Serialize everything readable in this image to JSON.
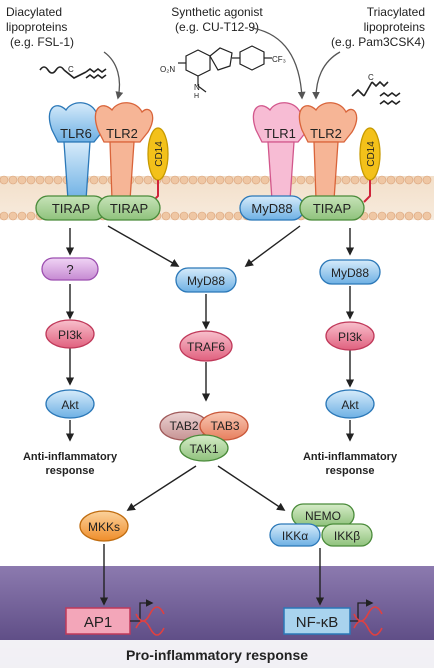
{
  "sources": {
    "left_line1": "Diacylated",
    "left_line2": "lipoproteins",
    "left_line3": "(e.g. FSL-1)",
    "mid_line1": "Synthetic agonist",
    "mid_line2": "(e.g. CU-T12-9)",
    "right_line1": "Triacylated",
    "right_line2": "lipoproteins",
    "right_line3": "(e.g. Pam3CSK4)"
  },
  "molecule": {
    "no2": "O₂N",
    "nh": "N",
    "h": "H",
    "cf3": "CF₃"
  },
  "receptors": {
    "tlr6": "TLR6",
    "tlr2_left": "TLR2",
    "cd14_left": "CD14",
    "tlr1": "TLR1",
    "tlr2_right": "TLR2",
    "cd14_right": "CD14"
  },
  "adaptors": {
    "tirap_1": "TIRAP",
    "tirap_2": "TIRAP",
    "myd88_membrane": "MyD88",
    "tirap_3": "TIRAP"
  },
  "left_path": {
    "unknown": "?",
    "pi3k": "PI3k",
    "akt": "Akt",
    "out_line1": "Anti-inflammatory",
    "out_line2": "response"
  },
  "center_path": {
    "myd88": "MyD88",
    "traf6": "TRAF6",
    "tab2": "TAB2",
    "tab3": "TAB3",
    "tak1": "TAK1",
    "mkks": "MKKs",
    "nemo": "NEMO",
    "ikka": "IKKα",
    "ikkb": "IKKβ"
  },
  "right_path": {
    "myd88": "MyD88",
    "pi3k": "PI3k",
    "akt": "Akt",
    "out_line1": "Anti-inflammatory",
    "out_line2": "response"
  },
  "nucleus": {
    "ap1": "AP1",
    "nfkb": "NF-κB",
    "footer": "Pro-inflammatory response"
  },
  "colors": {
    "tlr6": "#7fc3ec",
    "tlr2": "#f2a07c",
    "tlr1": "#f2a7c8",
    "cd14": "#f1c21b",
    "tirap": "#a6cf95",
    "myd88": "#8fc3ea",
    "unknown": "#d8a6e2",
    "pi3k": "#ef7f98",
    "akt": "#8fc3ea",
    "traf6": "#ef7f98",
    "tab2": "#d7a6a6",
    "tab3": "#f2a07c",
    "tak1": "#a6cf95",
    "mkks": "#f2a23c",
    "nemo": "#a6cf95",
    "ikk": "#a9d3ee",
    "tf_box": "#e4577a",
    "nucleus": "#5e4b87",
    "dna": "#e04040"
  }
}
